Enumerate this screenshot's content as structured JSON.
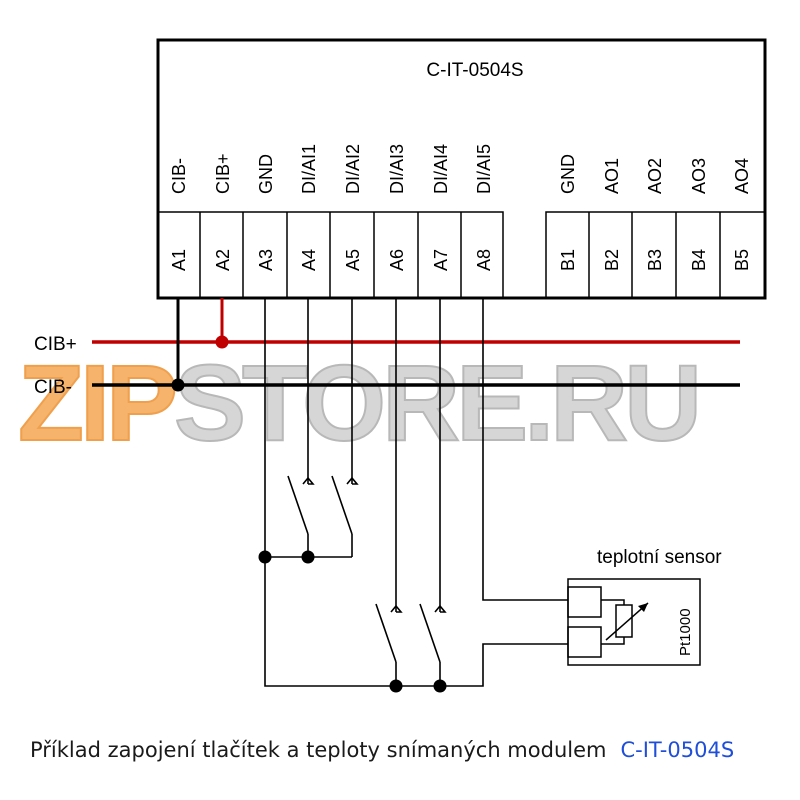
{
  "module": {
    "name": "C-IT-0504S",
    "signals": [
      "CIB-",
      "CIB+",
      "GND",
      "DI/AI1",
      "DI/AI2",
      "DI/AI3",
      "DI/AI4",
      "DI/AI5",
      "GND",
      "AO1",
      "AO2",
      "AO3",
      "AO4"
    ],
    "terminals": [
      "A1",
      "A2",
      "A3",
      "A4",
      "A5",
      "A6",
      "A7",
      "A8",
      "B1",
      "B2",
      "B3",
      "B4",
      "B5"
    ]
  },
  "bus": {
    "plus_label": "CIB+",
    "minus_label": "CIB-",
    "plus_color": "#c00000",
    "minus_color": "#000000"
  },
  "sensor": {
    "title": "teplotní sensor",
    "type_label": "Pt1000"
  },
  "watermark": {
    "text_part1": "ZIP",
    "text_part2": "STORE.RU",
    "color_part1": "#f5b36b",
    "color_part2": "#c8c8c8"
  },
  "caption": {
    "text": "Příklad zapojení tlačítek a teploty snímaných modulem",
    "model": "C-IT-0504S"
  }
}
